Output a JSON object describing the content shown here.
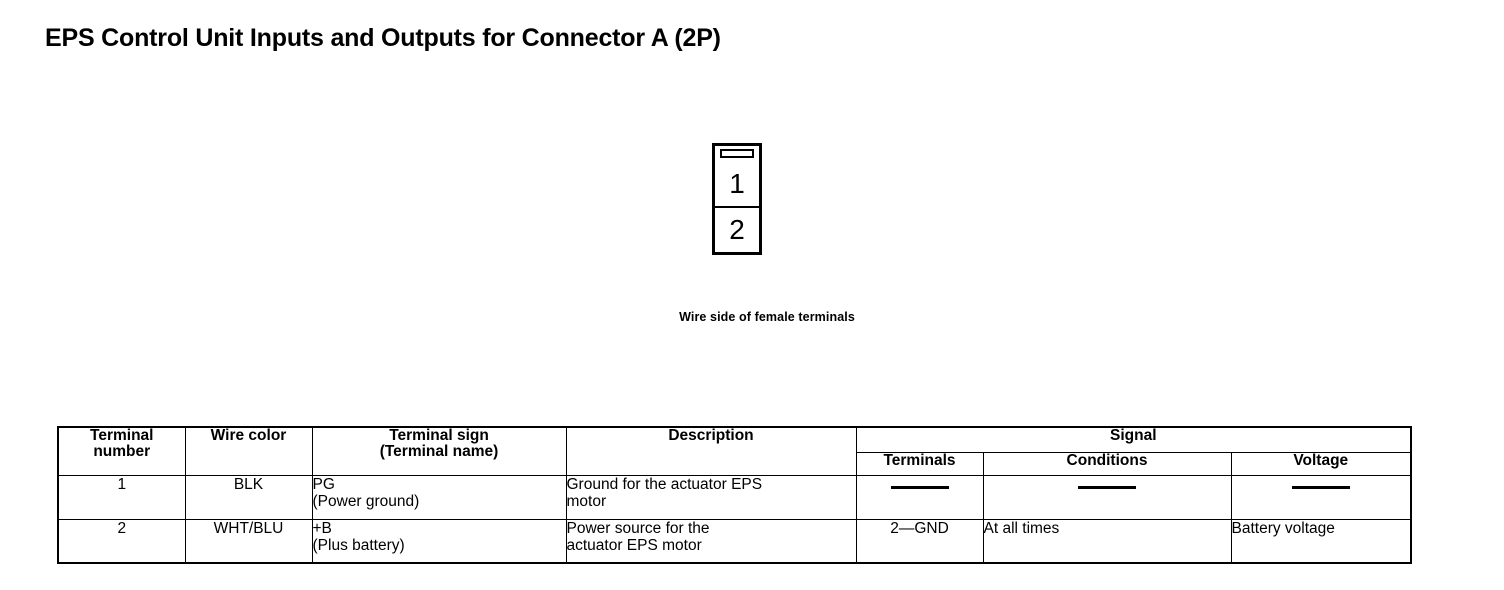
{
  "page": {
    "title": "EPS Control Unit Inputs and Outputs for Connector A (2P)"
  },
  "figure": {
    "caption": "Wire side of female terminals",
    "connector_cells": [
      {
        "label": "1"
      },
      {
        "label": "2"
      }
    ]
  },
  "table": {
    "headers": {
      "terminal_number_l1": "Terminal",
      "terminal_number_l2": "number",
      "wire_color": "Wire color",
      "terminal_sign_l1": "Terminal sign",
      "terminal_sign_l2": "(Terminal name)",
      "description": "Description",
      "signal": "Signal",
      "signal_terminals": "Terminals",
      "signal_conditions": "Conditions",
      "signal_voltage": "Voltage"
    },
    "rows": [
      {
        "terminal_number": "1",
        "wire_color": "BLK",
        "terminal_sign_l1": "PG",
        "terminal_sign_l2": "(Power ground)",
        "description_l1": "Ground for the actuator EPS",
        "description_l2": "motor",
        "signal_terminals": "",
        "signal_conditions": "",
        "signal_voltage": ""
      },
      {
        "terminal_number": "2",
        "wire_color": "WHT/BLU",
        "terminal_sign_l1": "+B",
        "terminal_sign_l2": "(Plus battery)",
        "description_l1": "Power source for the",
        "description_l2": "actuator EPS motor",
        "signal_terminals": "2—GND",
        "signal_conditions": "At all times",
        "signal_voltage": "Battery voltage"
      }
    ]
  },
  "colors": {
    "ink": "#000000",
    "paper": "#ffffff"
  }
}
